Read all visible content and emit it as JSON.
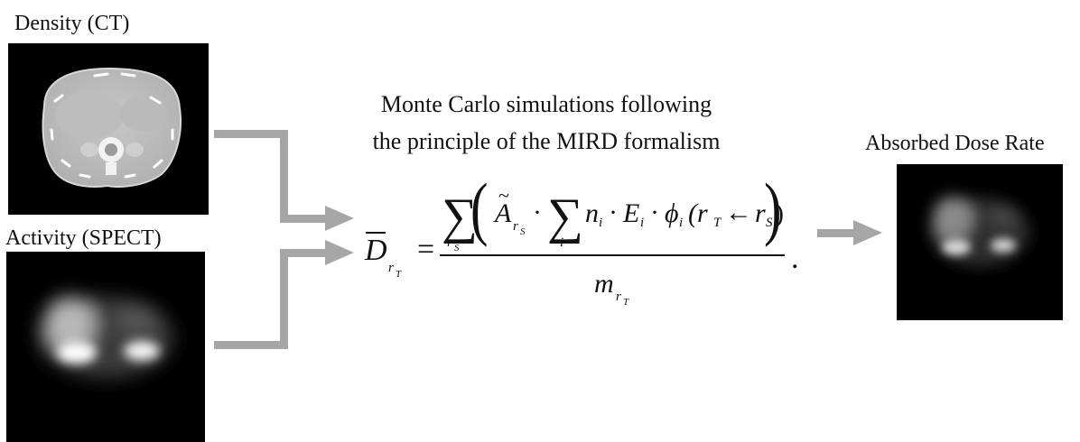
{
  "labels": {
    "density": "Density (CT)",
    "activity": "Activity (SPECT)",
    "absorbed": "Absorbed Dose Rate"
  },
  "heading": {
    "line1": "Monte Carlo simulations following",
    "line2": "the principle of the MIRD formalism"
  },
  "formula": {
    "lhs_symbol": "D",
    "lhs_sub": "r",
    "lhs_subsub": "T",
    "equals": "=",
    "sum_symbol": "∑",
    "outer_sum_index": "r",
    "outer_sum_index_sub": "S",
    "paren_open": "(",
    "paren_close": ")",
    "A_symbol": "A",
    "A_sub": "r",
    "A_subsub": "S",
    "dot": "·",
    "inner_sum_index": "i",
    "n_symbol": "n",
    "n_sub": "i",
    "E_symbol": "E",
    "E_sub": "i",
    "phi_symbol": "ϕ",
    "phi_sub": "i",
    "phi_args": "(r",
    "arg_rT_sub": "T",
    "arrow": "←",
    "arg_rS": "r",
    "arg_rS_sub": "S",
    "arg_close": ")",
    "mass_symbol": "m",
    "mass_sub": "r",
    "mass_subsub": "T",
    "period": "."
  },
  "colors": {
    "arrow": "#a6a6a6",
    "panel_bg": "#000000",
    "text": "#111111"
  }
}
